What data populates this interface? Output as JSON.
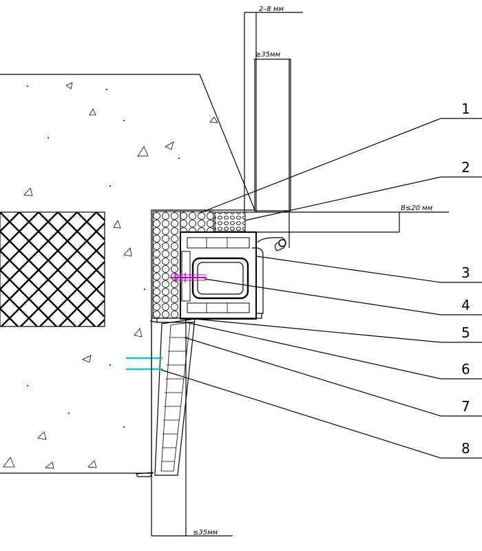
{
  "dimensions": {
    "gap_top": "2–8 мм",
    "min_overlap": "≥35мм",
    "b_gap": "В≤20 мм",
    "bottom_gap": "≤35мм"
  },
  "callouts": [
    "1",
    "2",
    "3",
    "4",
    "5",
    "6",
    "7",
    "8"
  ],
  "colors": {
    "line": "#000000",
    "anchor": "#cc00cc",
    "fastener": "#00cccc"
  }
}
